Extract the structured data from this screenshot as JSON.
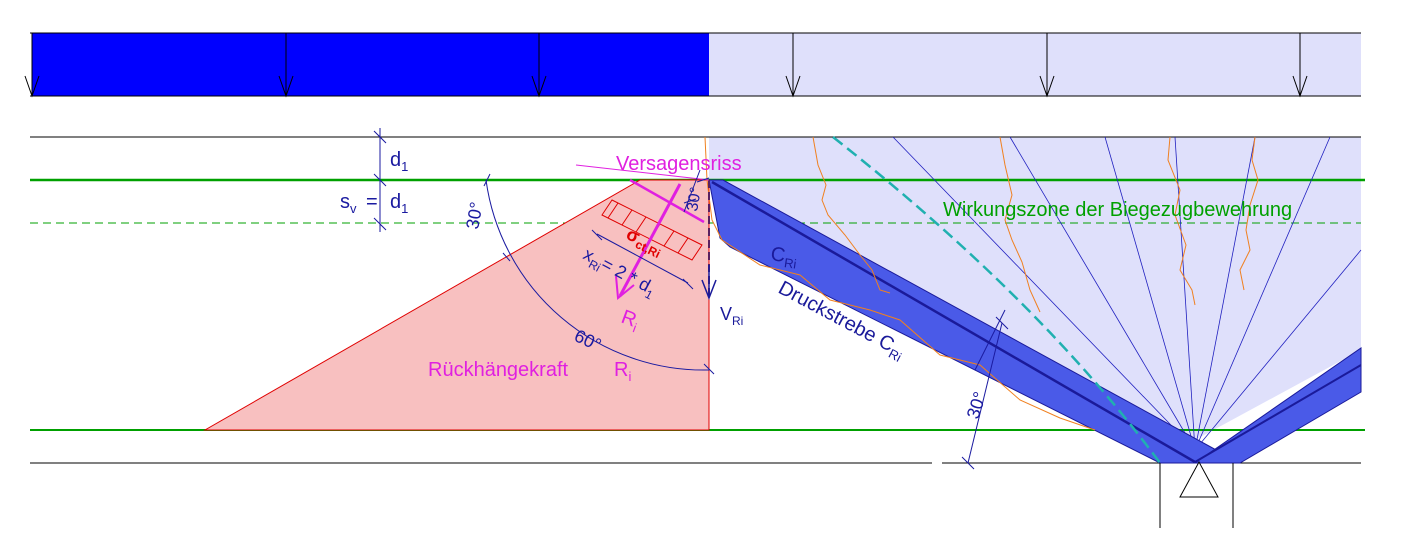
{
  "labels": {
    "d1_top": "d",
    "d1_top_sub": "1",
    "sv": "s",
    "sv_sub": "v",
    "eq": "=",
    "d1_mid": "d",
    "d1_mid_sub": "1",
    "versagensriss": "Versagensriss",
    "wirkungszone": "Wirkungszone der Biegezugbewehrung",
    "angle_30_left": "30°",
    "angle_30_top": "30°",
    "angle_60": "60°",
    "angle_30_right": "30°",
    "angle_deg_small": "°",
    "sigma": "σ",
    "sigma_sub": "ct,Ri",
    "xri": "x",
    "xri_sub": "Ri",
    "xri_eq": "= 2 * d",
    "xri_eq_sub": "1",
    "ri": "R",
    "ri_sub": "i",
    "vri": "V",
    "vri_sub": "Ri",
    "cri": "C",
    "cri_sub": "Ri",
    "druckstrebe": "Druckstrebe  C",
    "druckstrebe_sub": "Ri",
    "rueckhaenge": "Rückhängekraft",
    "rueckhaenge_r": "R",
    "rueckhaenge_r_sub": "i"
  },
  "colors": {
    "load_dark": "#0000ff",
    "load_light": "#dfe0fb",
    "strut": "#4a5ae8",
    "strut_line": "#1a1a9a",
    "reinforcement": "#00a000",
    "magenta": "#e020e0",
    "pink_fill": "#f8c0c0",
    "red": "#e00000",
    "dim": "#1a1aa0",
    "crack": "#f08020",
    "teal": "#20b0b0"
  }
}
